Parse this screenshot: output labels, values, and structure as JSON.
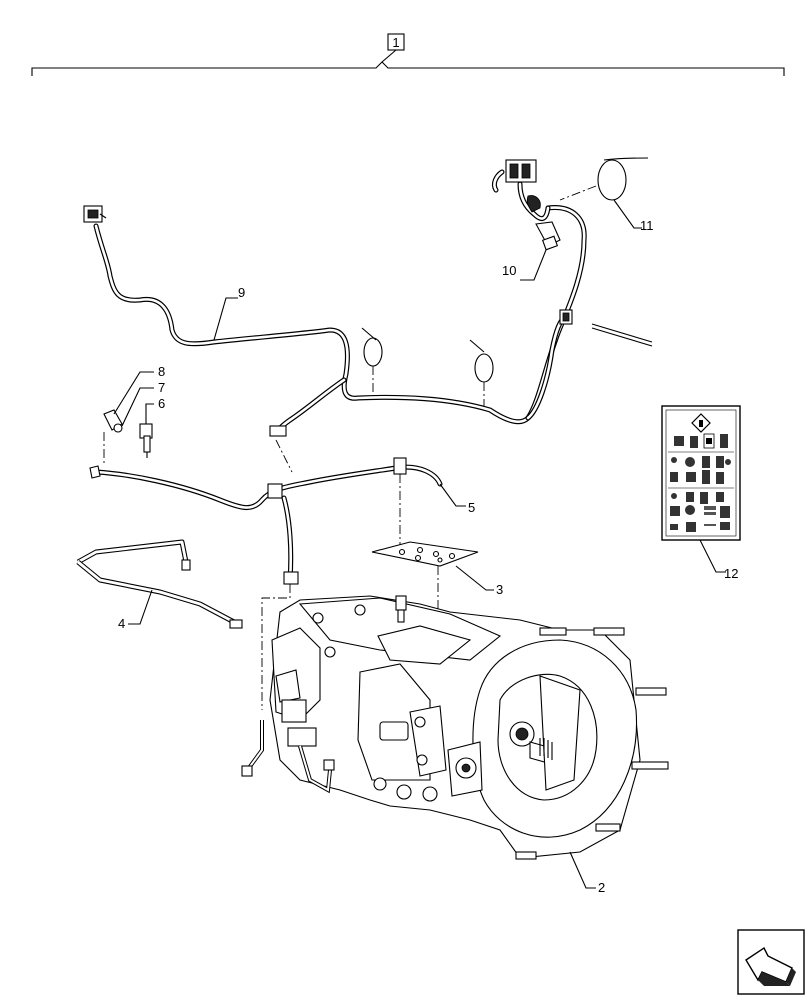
{
  "callouts": {
    "c1": "1",
    "c2": "2",
    "c3": "3",
    "c4": "4",
    "c5": "5",
    "c6": "6",
    "c7": "7",
    "c8": "8",
    "c9": "9",
    "c10": "10",
    "c11": "11",
    "c12": "12"
  },
  "colors": {
    "line": "#000000",
    "background": "#ffffff"
  },
  "icons": {
    "navigation": "arrow-icon",
    "warning": "diamond-warning-icon"
  }
}
